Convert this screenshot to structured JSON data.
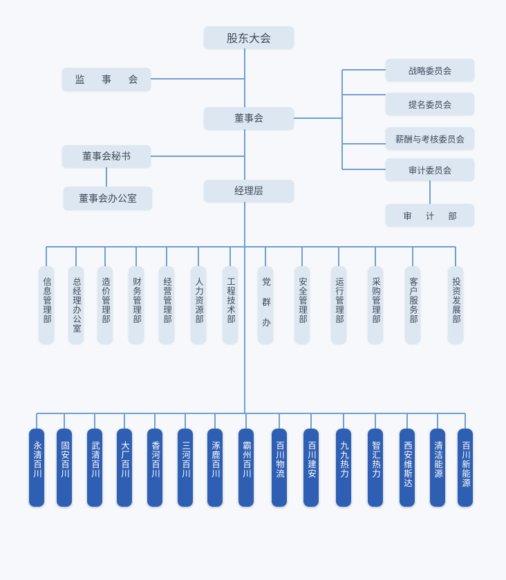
{
  "org": {
    "shareholders": "股东大会",
    "supervisors": "监 事 会",
    "board": "董事会",
    "board_secretary": "董事会秘书",
    "board_office": "董事会办公室",
    "management": "经理层",
    "committees": [
      "战略委员会",
      "提名委员会",
      "薪酬与考核委员会",
      "审计委员会"
    ],
    "audit_dept": "审 计 部",
    "departments": [
      "信息管理部",
      "总经理办公室",
      "造价管理部",
      "财务管理部",
      "经营管理部",
      "人力资源部",
      "工程技术部",
      "党 群 办",
      "安全管理部",
      "运行管理部",
      "采购管理部",
      "客户服务部",
      "投资发展部"
    ],
    "subsidiaries": [
      "永清百川",
      "固安百川",
      "武清百川",
      "大厂百川",
      "香河百川",
      "三河百川",
      "涿鹿百川",
      "霸州百川",
      "百川物流",
      "百川建安",
      "九九热力",
      "智汇热力",
      "西安维斯达",
      "清洁能源",
      "百川新能源"
    ]
  },
  "colors": {
    "line": "#6f9fd0",
    "node_fill": "#dde7f1",
    "subsidiary_fill": "#2f5fb3"
  }
}
